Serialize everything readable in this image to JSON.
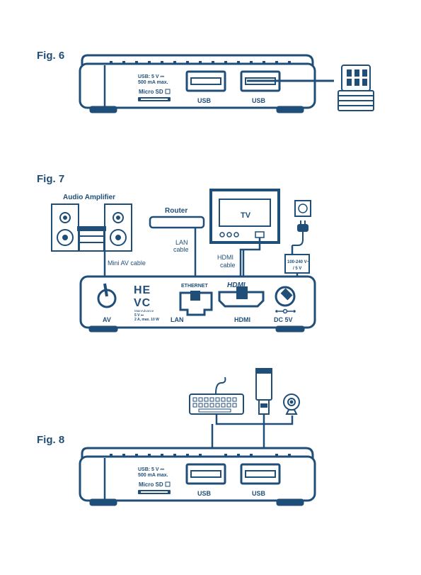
{
  "figures": {
    "fig6": {
      "label": "Fig. 6",
      "usb_power": "USB: 5 V ⎓",
      "usb_current": "500 mA max.",
      "micro_sd": "Micro SD",
      "usb_left": "USB",
      "usb_right": "USB"
    },
    "fig7": {
      "label": "Fig. 7",
      "audio_amplifier": "Audio Amplifier",
      "router": "Router",
      "tv": "TV",
      "lan_cable": [
        "LAN",
        "cable"
      ],
      "hdmi_cable": [
        "HDMI",
        "cable"
      ],
      "mini_av_cable": "Mini AV cable",
      "psu_text": [
        "100-240 V~",
        "/ 5 V"
      ],
      "ethernet": "ETHERNET",
      "hdmi_logo": "HDMI",
      "hevc_logo": [
        "HE",
        "VC"
      ],
      "hevc_small": "MainAdvance",
      "power_rating": [
        "5 V ⎓",
        "2 A, max. 10 W"
      ],
      "port_av": "AV",
      "port_lan": "LAN",
      "port_hdmi": "HDMI",
      "port_dc": "DC 5V"
    },
    "fig8": {
      "label": "Fig. 8",
      "usb_power": "USB: 5 V ⎓",
      "usb_current": "500 mA max.",
      "micro_sd": "Micro SD",
      "usb_left": "USB",
      "usb_right": "USB"
    }
  },
  "colors": {
    "ink": "#1f4e79",
    "paper": "#ffffff"
  }
}
